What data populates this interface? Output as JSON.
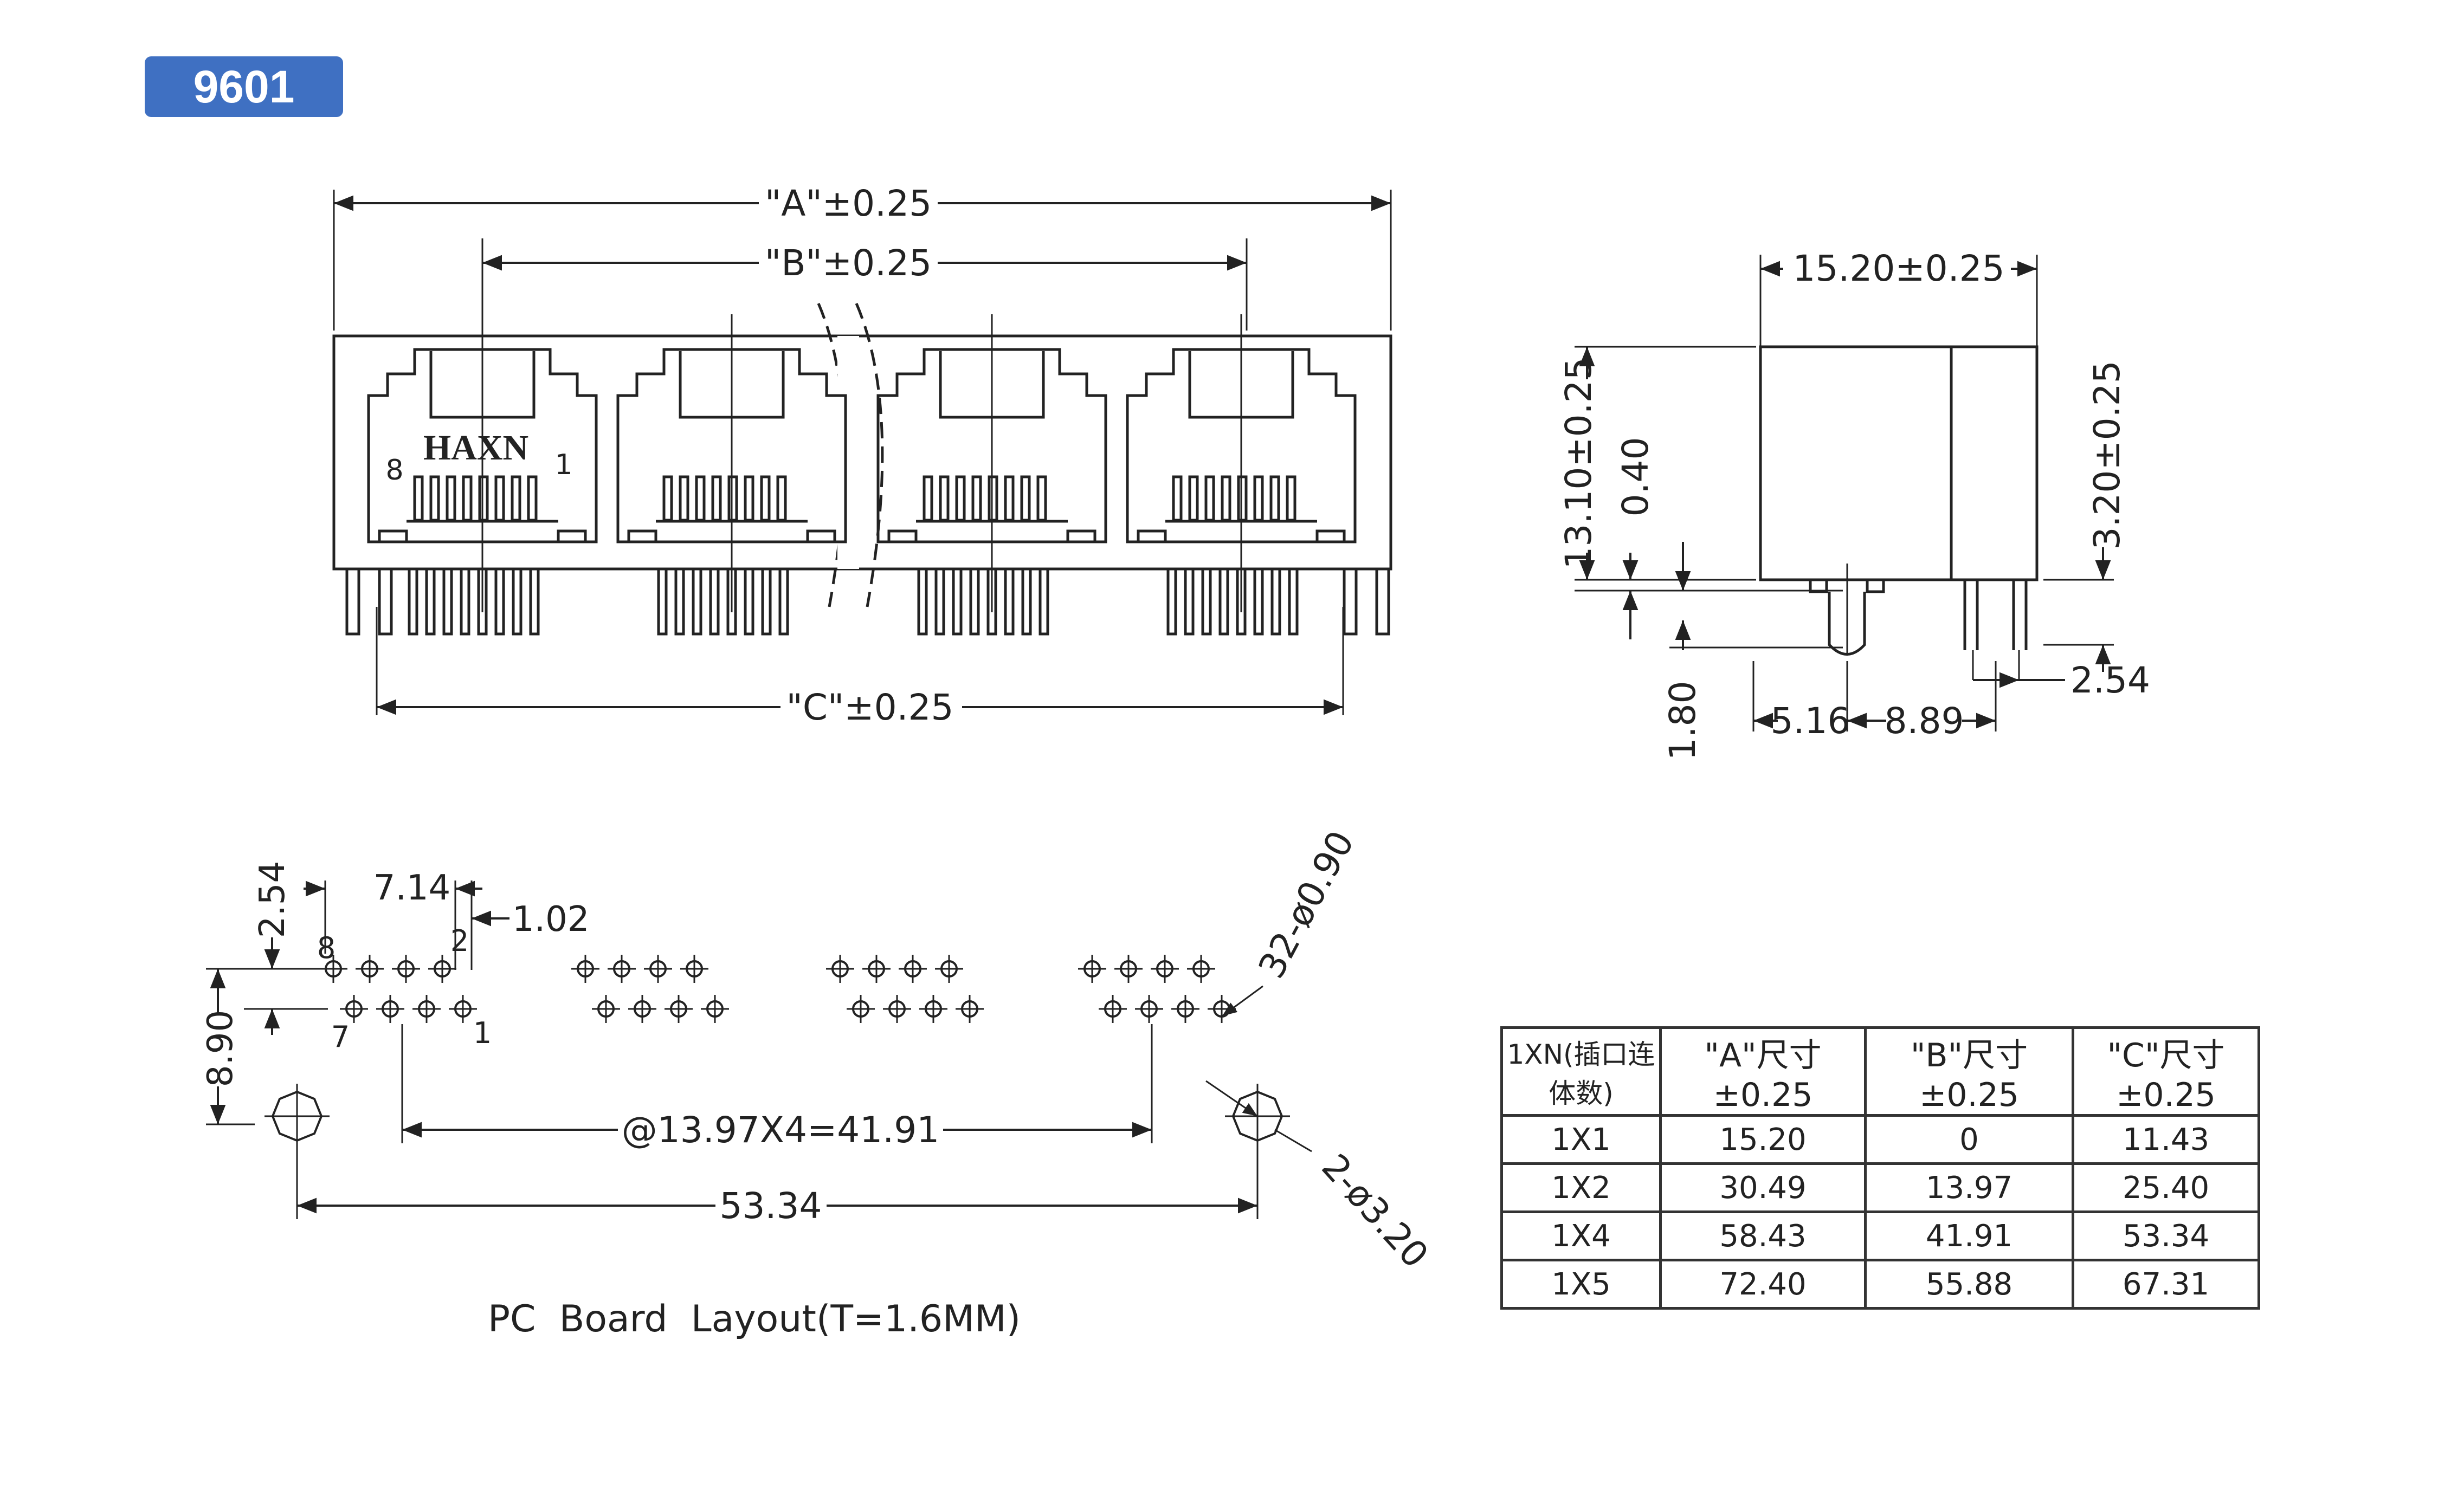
{
  "badge": "9601",
  "front_view": {
    "dim_a": "\"A\"±0.25",
    "dim_b": "\"B\"±0.25",
    "dim_c": "\"C\"±0.25",
    "brand": "HAXN",
    "pin_left": "8",
    "pin_right": "1"
  },
  "side_view": {
    "width": "15.20±0.25",
    "height": "13.10±0.25",
    "offset": "0.40",
    "top_height": "3.20±0.25",
    "pitch": "2.54",
    "standoff": "1.80",
    "pos_a": "5.16",
    "pos_b": "8.89"
  },
  "pcb_layout": {
    "row_pitch": "2.54",
    "span": "7.14",
    "pin_pitch": "1.02",
    "hole_spec": "32-ø0.90",
    "depth": "8.90",
    "port_pitch": "@13.97X4=41.91",
    "total": "53.34",
    "mount_hole": "2-ø3.20",
    "pin_8": "8",
    "pin_2": "2",
    "pin_7": "7",
    "pin_1": "1",
    "caption": "PC  Board  Layout(T=1.6MM)"
  },
  "table": {
    "headers": [
      "1XN(插口连体数)",
      "\"A\"尺寸±0.25",
      "\"B\"尺寸±0.25",
      "\"C\"尺寸±0.25"
    ],
    "rows": [
      [
        "1X1",
        "15.20",
        "0",
        "11.43"
      ],
      [
        "1X2",
        "30.49",
        "13.97",
        "25.40"
      ],
      [
        "1X4",
        "58.43",
        "41.91",
        "53.34"
      ],
      [
        "1X5",
        "72.40",
        "55.88",
        "67.31"
      ]
    ]
  }
}
